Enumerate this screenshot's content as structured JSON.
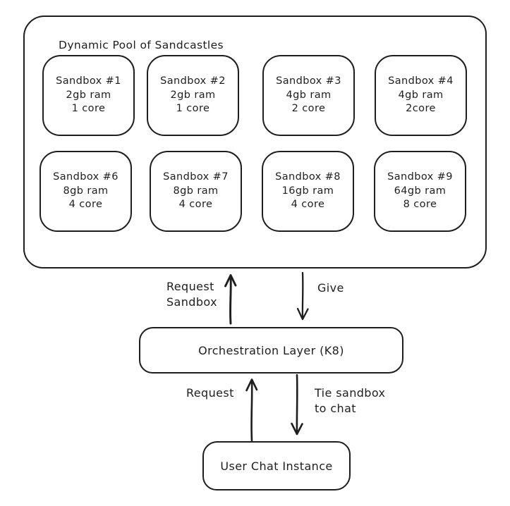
{
  "canvas": {
    "background": "#ffffff",
    "stroke_color": "#1e1e1e"
  },
  "pool": {
    "title": "Dynamic Pool of Sandcastles",
    "sandboxes": [
      {
        "name": "Sandbox #1",
        "ram": "2gb ram",
        "cores": "1 core"
      },
      {
        "name": "Sandbox #2",
        "ram": "2gb ram",
        "cores": "1 core"
      },
      {
        "name": "Sandbox #3",
        "ram": "4gb ram",
        "cores": "2 core"
      },
      {
        "name": "Sandbox #4",
        "ram": "4gb ram",
        "cores": "2core"
      },
      {
        "name": "Sandbox #6",
        "ram": "8gb ram",
        "cores": "4 core"
      },
      {
        "name": "Sandbox #7",
        "ram": "8gb ram",
        "cores": "4 core"
      },
      {
        "name": "Sandbox #8",
        "ram": "16gb ram",
        "cores": "4 core"
      },
      {
        "name": "Sandbox #9",
        "ram": "64gb ram",
        "cores": "8 core"
      }
    ]
  },
  "orchestration": {
    "label": "Orchestration Layer (K8)"
  },
  "user_chat": {
    "label": "User Chat Instance"
  },
  "arrows": {
    "request_sandbox": {
      "label": "Request\nSandbox",
      "direction": "up"
    },
    "give": {
      "label": "Give",
      "direction": "down"
    },
    "request": {
      "label": "Request",
      "direction": "up"
    },
    "tie_sandbox": {
      "label": "Tie sandbox\nto chat",
      "direction": "down"
    }
  }
}
